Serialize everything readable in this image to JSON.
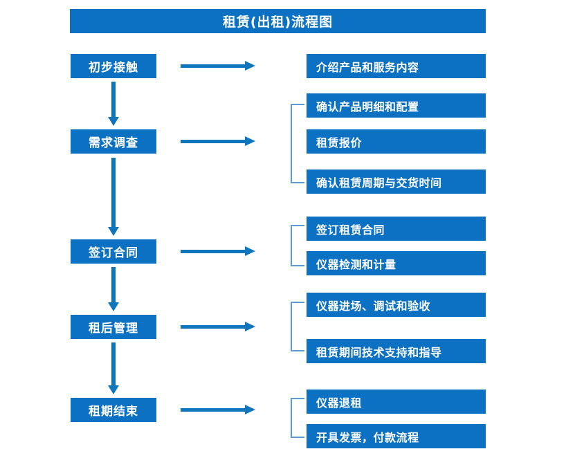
{
  "diagram": {
    "title": "租赁(出租)流程图",
    "accent_color": "#0c71c3",
    "arrow_color": "#0f75bc",
    "bracket_color": "#5b9bd5",
    "text_color": "#ffffff",
    "background_color": "#ffffff",
    "stages": [
      {
        "label": "初步接触"
      },
      {
        "label": "需求调查"
      },
      {
        "label": "签订合同"
      },
      {
        "label": "租后管理"
      },
      {
        "label": "租期结束"
      }
    ],
    "details": [
      {
        "label": "介绍产品和服务内容"
      },
      {
        "label": "确认产品明细和配置"
      },
      {
        "label": "租赁报价"
      },
      {
        "label": "确认租赁周期与交货时间"
      },
      {
        "label": "签订租赁合同"
      },
      {
        "label": "仪器检测和计量"
      },
      {
        "label": "仪器进场、调试和验收"
      },
      {
        "label": "租赁期间技术支持和指导"
      },
      {
        "label": "仪器退租"
      },
      {
        "label": "开具发票，付款流程"
      }
    ]
  }
}
